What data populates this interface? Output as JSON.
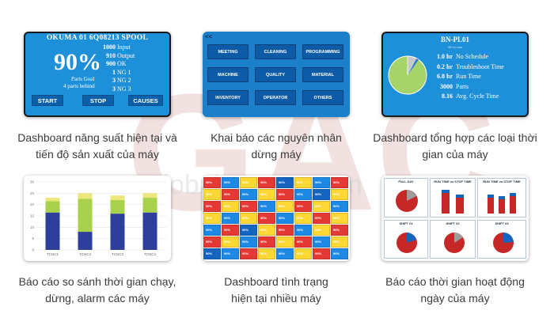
{
  "watermark": {
    "letters": "GAC",
    "tagline": "Global Automation"
  },
  "card1": {
    "title": "OKUMA 01   6Q08213   SPOOL",
    "percent": "90%",
    "goal_label": "Parts Goal",
    "behind_label": "4 parts behind",
    "stats": [
      {
        "value": "1000",
        "label": "Input"
      },
      {
        "value": "910",
        "label": "Output"
      },
      {
        "value": "900",
        "label": "OK"
      },
      {
        "value": "1",
        "label": "NG 1"
      },
      {
        "value": "3",
        "label": "NG 2"
      },
      {
        "value": "3",
        "label": "NG 3"
      }
    ],
    "buttons": [
      "START",
      "STOP",
      "CAUSES"
    ],
    "caption": [
      "Dashboard năng suất hiện tại và",
      "tiến độ sản xuất của máy"
    ]
  },
  "card2": {
    "back": "<<",
    "reasons": [
      "MEETING",
      "CLEANING",
      "PROGRAMMING",
      "MACHINE",
      "QUALITY",
      "MATERIAL",
      "INVENTORY",
      "OPERATOR",
      "OTHERS"
    ],
    "caption": [
      "Khai báo các nguyên nhân",
      "dừng máy"
    ]
  },
  "card3": {
    "title": "BN-PL01",
    "subtitle": "25 Cu dun",
    "rows": [
      {
        "value": "1.0 hr",
        "label": "No Schedule"
      },
      {
        "value": "0.2 hr",
        "label": "Troubleshoot Time"
      },
      {
        "value": "6.8 hr",
        "label": "Run Time"
      },
      {
        "value": "3000",
        "label": "Parts"
      },
      {
        "value": "8.16",
        "label": "Avg. Cycle Time"
      }
    ],
    "pie_colors": [
      "#a8d26a",
      "#c8c8c8",
      "#2e7bd0"
    ],
    "caption": [
      "Dashboard tổng hợp các loại thời",
      "gian của máy"
    ]
  },
  "card4": {
    "chart_data": {
      "type": "bar",
      "categories": [
        "TCNC1",
        "TCNC2",
        "TCNC3",
        "TCNC4"
      ],
      "series": [
        {
          "values": [
            16.5,
            8,
            16,
            16.5
          ]
        },
        {
          "values": [
            5,
            14.5,
            6,
            6.5
          ]
        },
        {
          "values": [
            1.5,
            2.5,
            2,
            2
          ]
        }
      ],
      "yticks": [
        "0",
        "5",
        "10",
        "15",
        "20",
        "25",
        "30"
      ],
      "ylim": [
        0,
        30
      ],
      "colors": [
        "#2d3f9a",
        "#a8d24c",
        "#ece77a"
      ]
    },
    "caption": [
      "Báo cáo so sánh thời gian chạy,",
      "dừng, alarm các máy"
    ]
  },
  "card5": {
    "tile_text": "90%",
    "tile_colors": [
      "#e53935",
      "#1e88e5",
      "#fdd835",
      "#1565c0"
    ],
    "caption": [
      "Dashboard tình trạng",
      "hiện tại nhiều máy"
    ]
  },
  "card6": {
    "panels": [
      "FULL DAY",
      "RUN TIME vs STOP TIME",
      "RUN TIME vs STOP TIME",
      "SHIFT 01",
      "SHIFT 02",
      "SHIFT 03"
    ],
    "caption": [
      "Báo cáo thời gian hoạt động",
      "ngày của máy"
    ]
  }
}
